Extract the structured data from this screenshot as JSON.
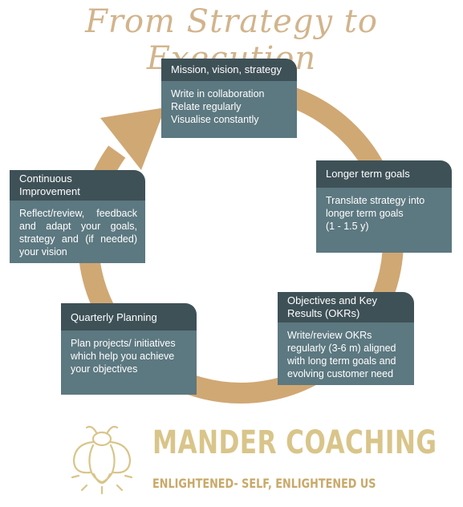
{
  "title": "From Strategy to Execution",
  "boxes": {
    "mission": {
      "header": "Mission, vision, strategy",
      "body": [
        "Write in collaboration",
        "Relate regularly",
        "Visualise constantly"
      ]
    },
    "longer_term": {
      "header": "Longer term goals",
      "body": [
        "Translate strategy into",
        "longer term goals",
        "(1 - 1.5 y)"
      ]
    },
    "okrs": {
      "header": [
        "Objectives and Key",
        "Results (OKRs)"
      ],
      "body": [
        "Write/review OKRs",
        "regularly (3-6 m) aligned",
        "with long term goals and",
        "evolving customer need"
      ]
    },
    "quarterly": {
      "header": "Quarterly Planning",
      "body": [
        "Plan projects/ initiatives",
        "which help you achieve",
        "your objectives"
      ]
    },
    "continuous": {
      "header": [
        "Continuous",
        "Improvement"
      ],
      "body": "Reflect/review, feedback and adapt your goals, strategy and (if needed) your vision"
    }
  },
  "brand": {
    "name": "MANDER COACHING",
    "tagline": "ENLIGHTENED- SELF, ENLIGHTENED US"
  },
  "colors": {
    "ring": "#d0a874",
    "header": "#3e5157",
    "body": "#5c7880",
    "title": "#d2b48c",
    "brand": "#d9c58a"
  }
}
